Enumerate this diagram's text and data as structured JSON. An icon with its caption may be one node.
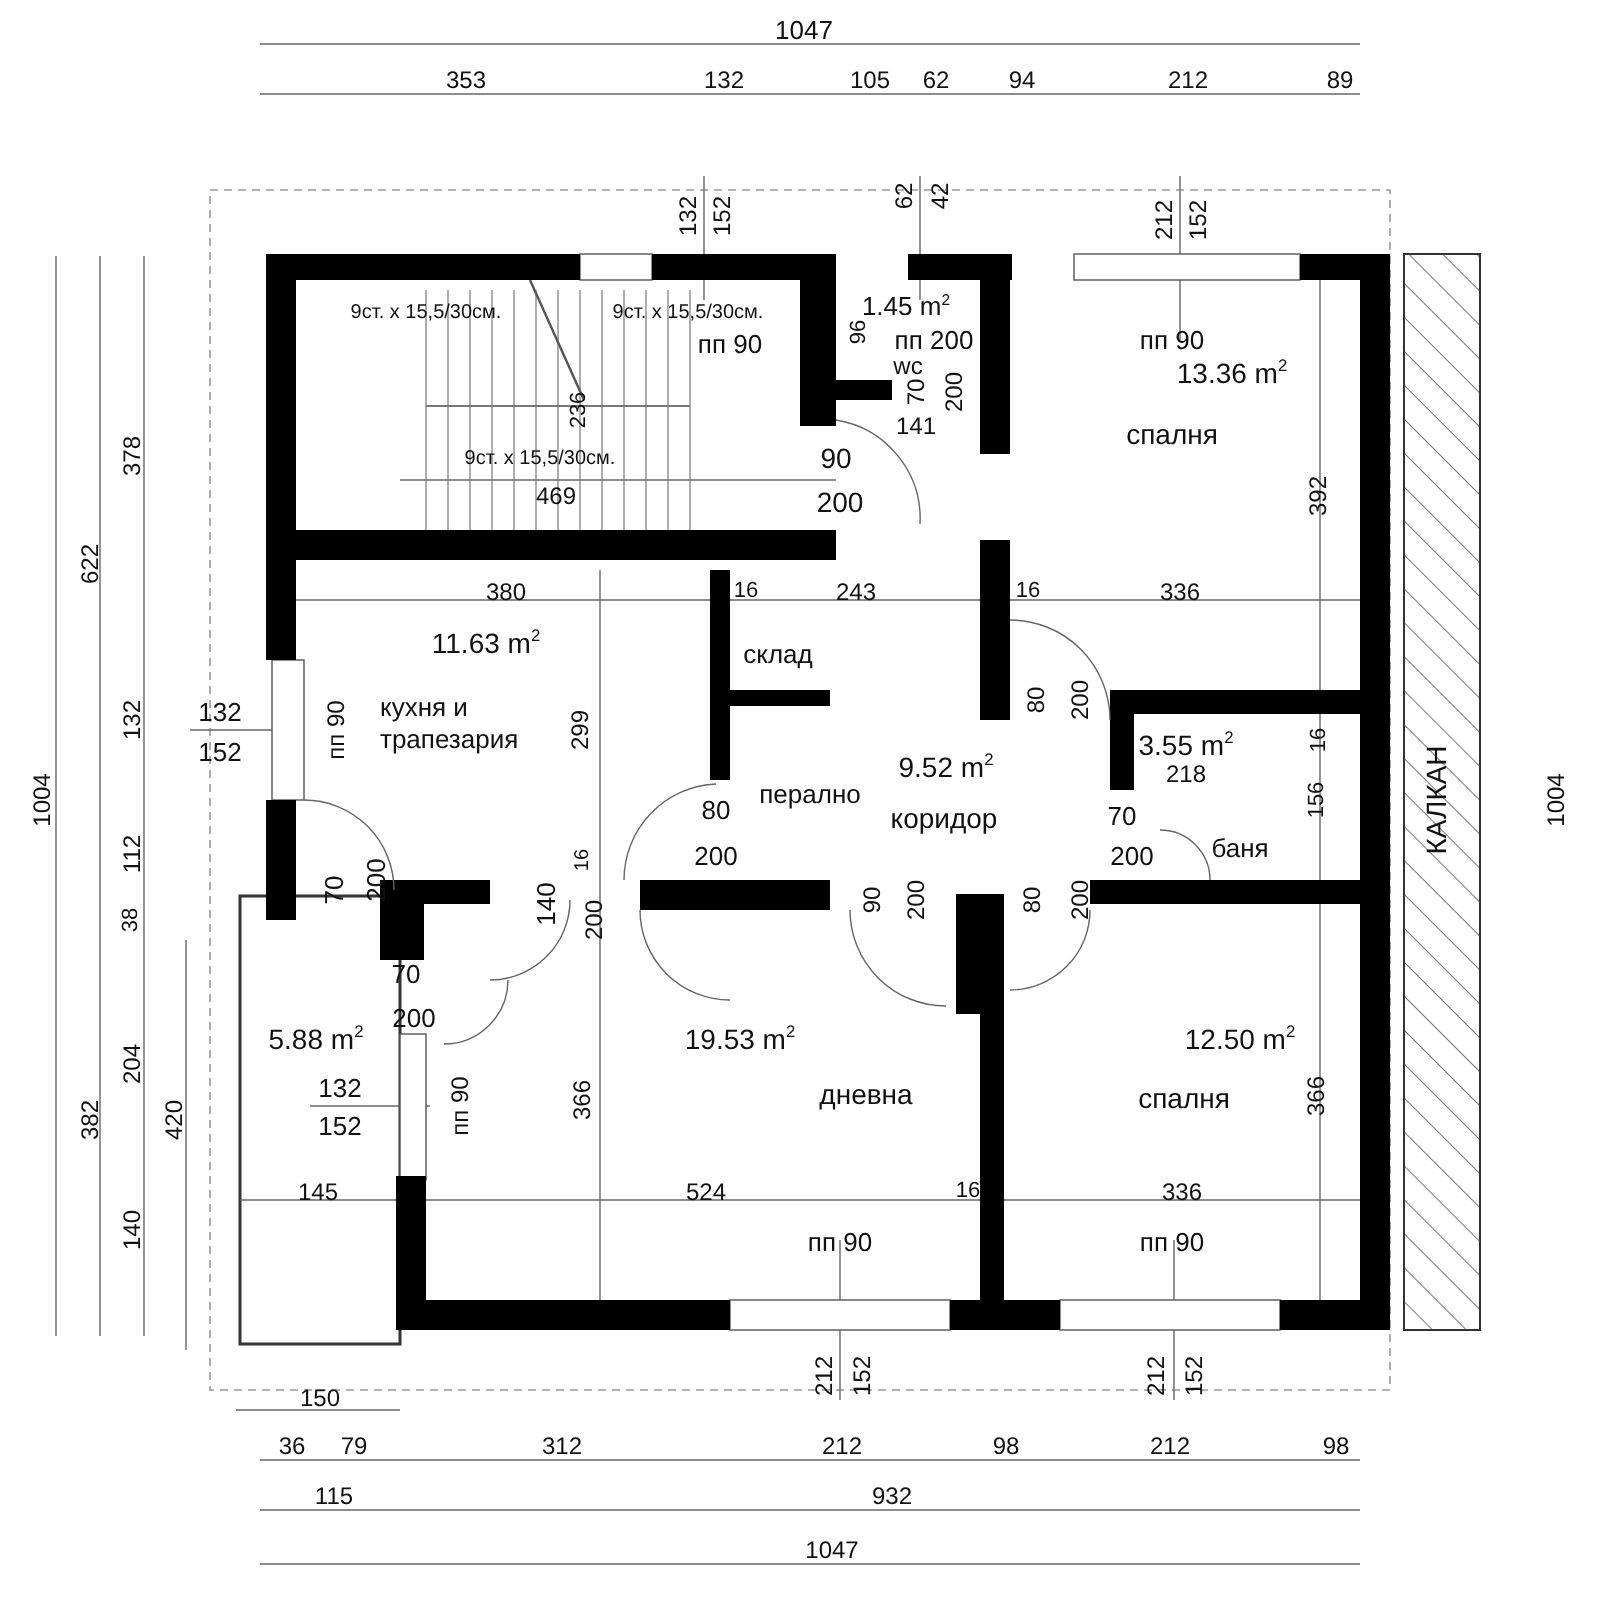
{
  "diagram": {
    "labels": [
      "1047",
      "353",
      "132",
      "105",
      "62",
      "94",
      "212",
      "89",
      "132",
      "152",
      "62",
      "42",
      "212",
      "152",
      "9ст. х 15,5/30см.",
      "9ст. х 15,5/30см.",
      "пп 90",
      "1.45 m$^{2}$",
      "96",
      "пп 200",
      "wc",
      "пп 90",
      "13.36 m$^{2}$",
      "70",
      "200",
      "236",
      "141",
      "спалня",
      "378",
      "9ст. х 15,5/30см.",
      "469",
      "90",
      "200",
      "392",
      "622",
      "380",
      "16",
      "243",
      "16",
      "336",
      "11.63 m$^{2}$",
      "склад",
      "1004",
      "132",
      "132",
      "152",
      "пп 90",
      "кухня и трапезария",
      "299",
      "80",
      "200",
      "3.55 m$^{2}$",
      "16",
      "218",
      "156",
      "9.52 m$^{2}$",
      "перално",
      "коридор",
      "80",
      "200",
      "70",
      "200",
      "баня",
      "КАЛКАН",
      "1004",
      "112",
      "70",
      "200",
      "140",
      "16",
      "200",
      "90",
      "200",
      "80",
      "200",
      "38",
      "70",
      "200",
      "5.88 m$^{2}$",
      "19.53 m$^{2}$",
      "12.50 m$^{2}$",
      "132",
      "152",
      "пп 90",
      "366",
      "дневна",
      "спалня",
      "366",
      "204",
      "382",
      "420",
      "145",
      "524",
      "16",
      "336",
      "140",
      "пп 90",
      "пп 90",
      "212",
      "152",
      "212",
      "152",
      "150",
      "36",
      "79",
      "312",
      "212",
      "98",
      "212",
      "98",
      "115",
      "932",
      "1047"
    ]
  }
}
